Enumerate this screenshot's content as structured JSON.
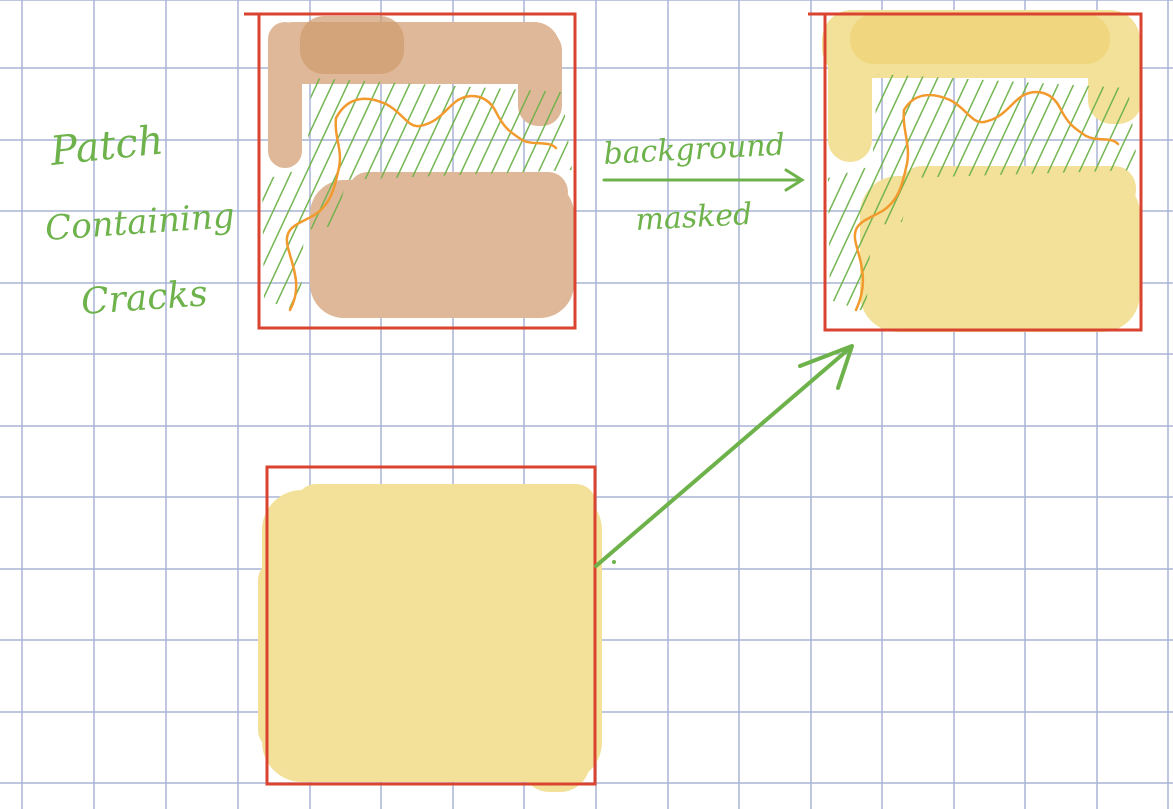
{
  "labels": {
    "patch_line1": "Patch",
    "patch_line2": "Containing",
    "patch_line3": "Cracks",
    "arrow_top": "background",
    "arrow_bottom": "masked"
  },
  "colors": {
    "grid": "#a9b4d6",
    "paper": "#ffffff",
    "frame": "#d9432f",
    "crack_hatch": "#6db24a",
    "crack_line": "#f29a2e",
    "background_tan": "#deb898",
    "background_tan_dark": "#cf9a6c",
    "mask_yellow": "#f3e19a",
    "mask_yellow_dark": "#eccf6a",
    "annotation_green": "#6db24a"
  }
}
